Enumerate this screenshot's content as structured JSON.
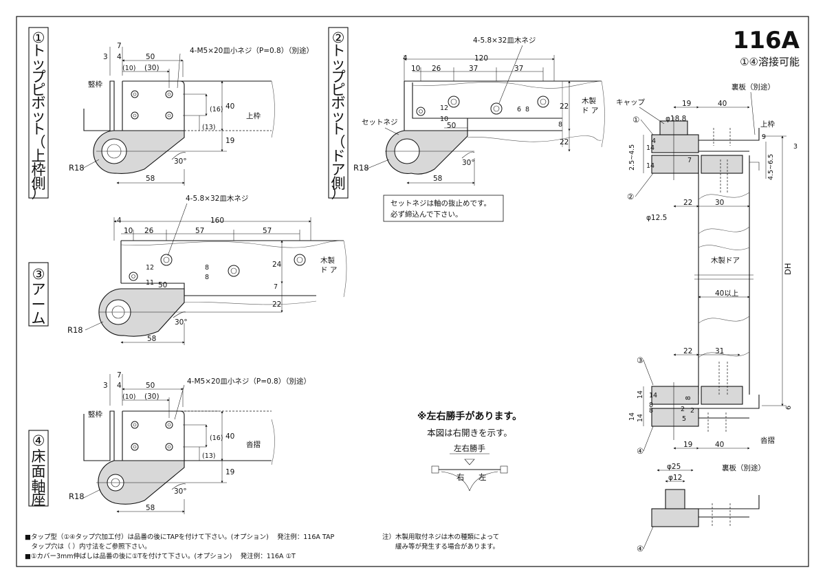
{
  "title": {
    "model": "116A",
    "note": "①④溶接可能"
  },
  "views": {
    "v1": {
      "label": [
        "①",
        "ト",
        "ッ",
        "プ",
        "ピ",
        "ボ",
        "ッ",
        "ト",
        "（",
        "上",
        "枠",
        "側",
        "）"
      ],
      "dims": [
        "7",
        "3",
        "4",
        "50",
        "(10)",
        "(30)",
        "40",
        "(16)",
        "(13)",
        "19",
        "30°",
        "R18",
        "58"
      ],
      "screw": "4-M5×20皿小ネジ（P=0.8）（別途）",
      "frame": "竪枠",
      "head": "上枠"
    },
    "v2": {
      "label": [
        "②",
        "ト",
        "ッ",
        "プ",
        "ピ",
        "ボ",
        "ッ",
        "ト",
        "（",
        "ド",
        "ア",
        "側",
        "）"
      ],
      "dims": [
        "4",
        "120",
        "10",
        "26",
        "37",
        "37",
        "12",
        "10",
        "6",
        "8",
        "50",
        "22",
        "8",
        "22",
        "30°",
        "R18",
        "58"
      ],
      "screw": "4-5.8×32皿木ネジ",
      "setscrew": "セットネジ",
      "door": [
        "木製",
        "ド ア"
      ],
      "note": [
        "セットネジは軸の抜止めです。",
        "必ず締込んで下さい。"
      ]
    },
    "v3": {
      "label": [
        "③",
        "ア",
        "ー",
        "ム"
      ],
      "dims": [
        "4",
        "160",
        "10",
        "26",
        "57",
        "57",
        "11",
        "12",
        "8",
        "8",
        "24",
        "50",
        "7",
        "22",
        "30°",
        "R18",
        "58"
      ],
      "screw": "4-5.8×32皿木ネジ",
      "door": [
        "木製",
        "ド ア"
      ]
    },
    "v4": {
      "label": [
        "④",
        "床",
        "面",
        "軸",
        "座"
      ],
      "dims": [
        "7",
        "3",
        "4",
        "50",
        "(10)",
        "(30)",
        "40",
        "(16)",
        "(13)",
        "19",
        "30°",
        "R18",
        "58"
      ],
      "screw": "4-M5×20皿小ネジ（P=0.8）（別途）",
      "frame": "竪枠",
      "sill": "沓摺"
    },
    "section": {
      "cap": "キャップ",
      "backplate_top": "裏板（別途）",
      "head": "上枠",
      "door": "木製ドア",
      "sill": "沓摺",
      "backplate_bottom": "裏板（別途）",
      "markers": [
        "①",
        "②",
        "③",
        "④",
        "④"
      ],
      "dims": [
        "φ18.8",
        "19",
        "40",
        "9",
        "3",
        "4.5~6.5",
        "2.5~4.5",
        "14",
        "4",
        "14",
        "7",
        "22",
        "30",
        "φ12.5",
        "DH",
        "40以上",
        "22",
        "31",
        "14",
        "8",
        "14",
        "8",
        "2",
        "5",
        "2",
        "14",
        "8",
        "14",
        "6",
        "19",
        "40",
        "φ25",
        "φ12"
      ]
    }
  },
  "hand": {
    "notice": "※左右勝手があります。",
    "sub": "本図は右開きを示す。",
    "title": "左右勝手",
    "right": "右",
    "left": "左"
  },
  "footnotes": {
    "left": [
      "■タップ型（①④タップ穴加工付）は品番の後にTAPを付けて下さい。(オプション)　 発注例：116A TAP",
      "　タップ穴は（ ）内寸法をご参照下さい。",
      "■①カバー3mm伸ばしは品番の後に①Tを付けて下さい。(オプション)　 発注例：116A ①T"
    ],
    "right": [
      "注）木製用取付ネジは木の種類によって",
      "　　緩み等が発生する場合があります。"
    ]
  }
}
